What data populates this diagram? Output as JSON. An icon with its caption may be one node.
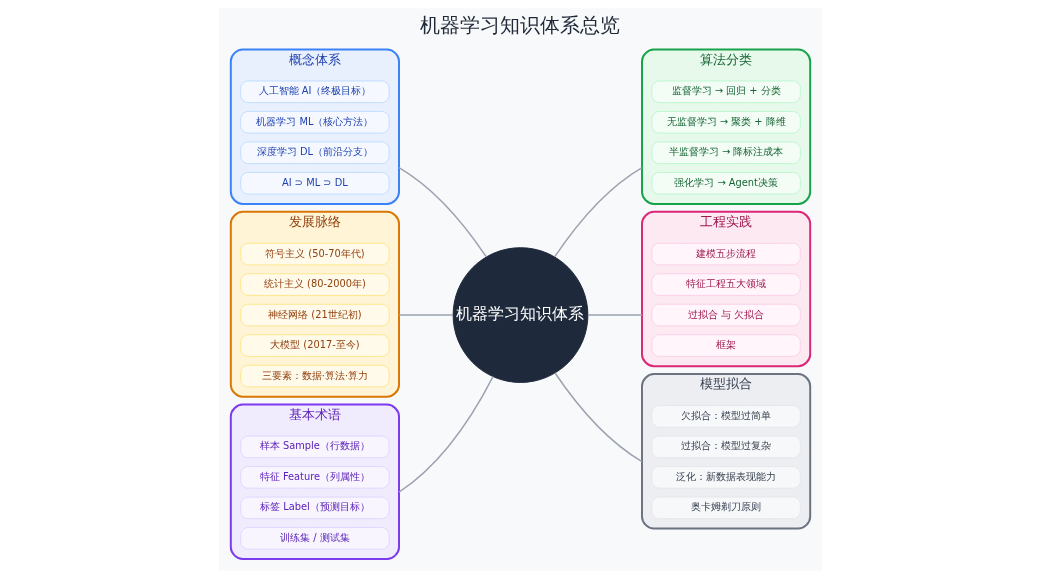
{
  "diagram": {
    "title": "机器学习知识体系总览",
    "nodes": [
      {
        "text": [
          "机器学习知识体系"
        ]
      },
      {
        "text": [
          "概念体系"
        ]
      },
      {
        "text": [
          "人工智能 AI（终极目标）"
        ],
        "in": 1
      },
      {
        "text": [
          "机器学习 ML（核心方法）"
        ],
        "in": 1
      },
      {
        "text": [
          "深度学习 DL（前沿分支）"
        ],
        "in": 1
      },
      {
        "text": [
          "AI ⊃ ML ⊃ DL"
        ],
        "in": 1
      },
      {
        "text": [
          "发展脉络"
        ]
      },
      {
        "text": [
          "符号主义 (50-70年代)"
        ],
        "in": 6
      },
      {
        "text": [
          "统计主义 (80-2000年)"
        ],
        "in": 6
      },
      {
        "text": [
          "神经网络 (21世纪初)"
        ],
        "in": 6
      },
      {
        "text": [
          "大模型 (2017-至今)"
        ],
        "in": 6
      },
      {
        "text": [
          "三要素：数据·算法·算力"
        ],
        "in": 6
      },
      {
        "text": [
          "基本术语"
        ]
      },
      {
        "text": [
          "样本 Sample（行数据）"
        ],
        "in": 12
      },
      {
        "text": [
          "特征 Feature（列属性）"
        ],
        "in": 12
      },
      {
        "text": [
          "标签 Label（预测目标）"
        ],
        "in": 12
      },
      {
        "text": [
          "训练集 / 测试集"
        ],
        "in": 12
      },
      {
        "text": [
          "算法分类"
        ]
      },
      {
        "text": [
          "监督学习 → 回归 + 分类"
        ],
        "in": 17
      },
      {
        "text": [
          "无监督学习 → 聚类 + 降维"
        ],
        "in": 17
      },
      {
        "text": [
          "半监督学习 → 降标注成本"
        ],
        "in": 17
      },
      {
        "text": [
          "强化学习 → Agent决策"
        ],
        "in": 17
      },
      {
        "text": [
          "工程实践"
        ]
      },
      {
        "text": [
          "建模五步流程"
        ],
        "in": 22
      },
      {
        "text": [
          "特征工程五大领域"
        ],
        "in": 22
      },
      {
        "text": [
          "过拟合 与 欠拟合"
        ],
        "in": 22
      },
      {
        "text": [
          "框架"
        ],
        "in": 22
      },
      {
        "text": [
          "模型拟合"
        ]
      },
      {
        "text": [
          "欠拟合：模型过简单"
        ],
        "in": 27
      },
      {
        "text": [
          "过拟合：模型过复杂"
        ],
        "in": 27
      },
      {
        "text": [
          "泛化：新数据表现能力"
        ],
        "in": 27
      },
      {
        "text": [
          "奥卡姆剃刀原则"
        ],
        "in": 27
      }
    ],
    "edges": [
      {
        "from": 0,
        "to": 1,
        "arrow": "none"
      },
      {
        "from": 0,
        "to": 6,
        "arrow": "none"
      },
      {
        "from": 0,
        "to": 12,
        "arrow": "none"
      },
      {
        "from": 0,
        "to": 17,
        "arrow": "none"
      },
      {
        "from": 0,
        "to": 22,
        "arrow": "none"
      },
      {
        "from": 0,
        "to": 27,
        "arrow": "none"
      }
    ]
  }
}
